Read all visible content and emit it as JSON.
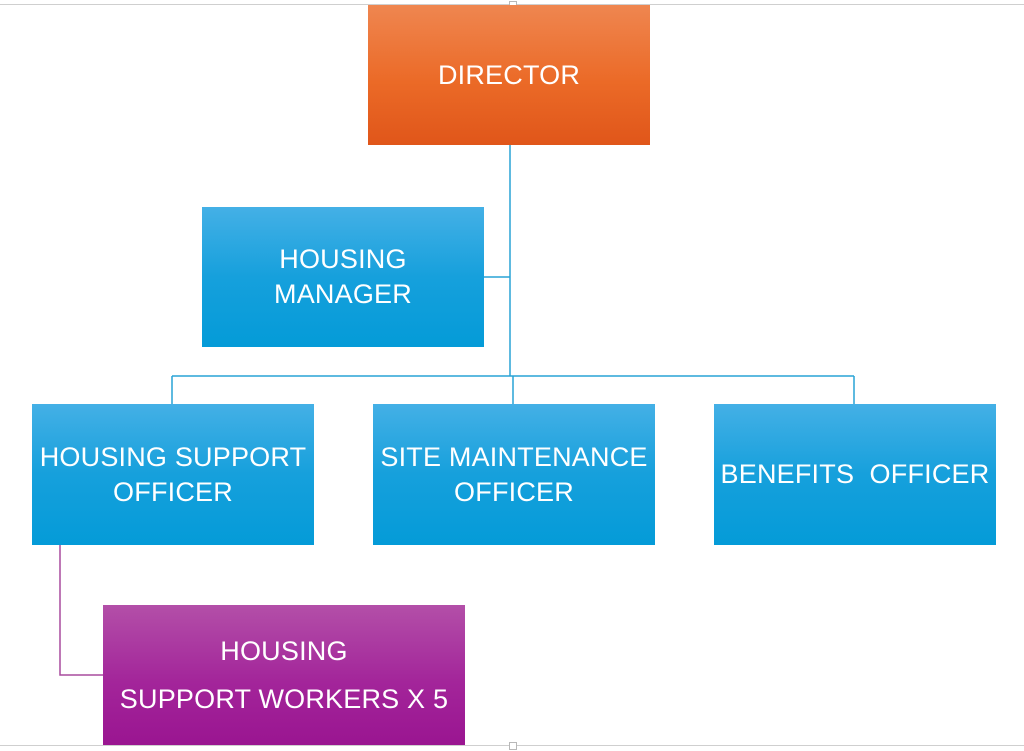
{
  "colors": {
    "director": "#eb6a27",
    "staff": "#16a0dc",
    "support_workers": "#a3259a",
    "connector_blue": "#29a3d6",
    "connector_purple": "#a84c9e"
  },
  "nodes": {
    "director": {
      "lines": [
        "DIRECTOR"
      ]
    },
    "housing_manager": {
      "lines": [
        "HOUSING",
        "MANAGER"
      ]
    },
    "housing_support_officer": {
      "lines": [
        "HOUSING SUPPORT",
        "OFFICER"
      ]
    },
    "site_maintenance_officer": {
      "lines": [
        "SITE MAINTENANCE",
        "OFFICER"
      ]
    },
    "benefits_officer": {
      "lines": [
        "BENEFITS  OFFICER"
      ]
    },
    "housing_support_workers": {
      "lines": [
        "HOUSING",
        "SUPPORT WORKERS X 5"
      ]
    }
  }
}
